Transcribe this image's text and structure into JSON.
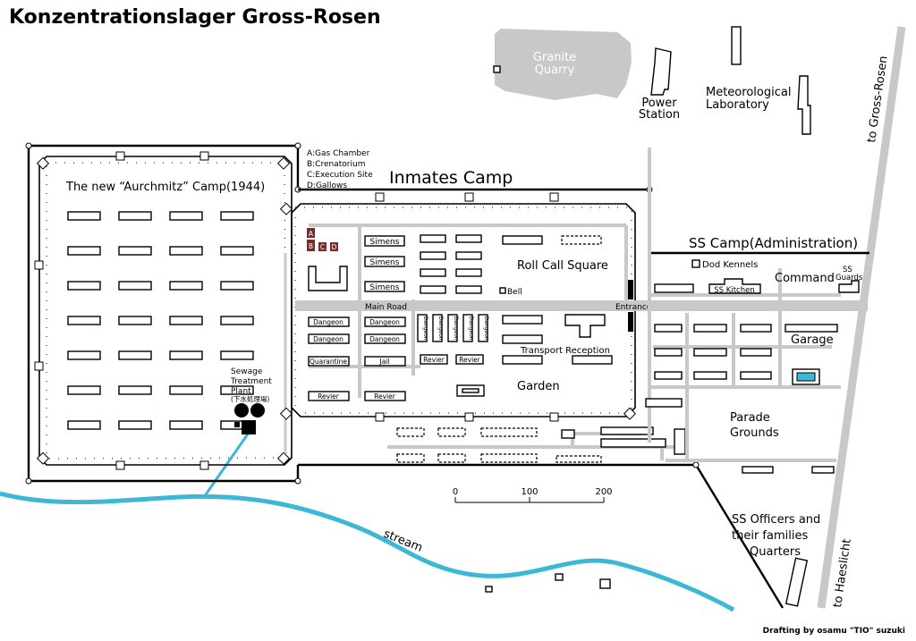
{
  "title": "Konzentrationslager Gross-Rosen",
  "labels": {
    "granite_quarry_1": "Granite",
    "granite_quarry_2": "Quarry",
    "power_1": "Power",
    "power_2": "Station",
    "meteo_1": "Meteorological",
    "meteo_2": "Laboratory",
    "to_gross_rosen": "to Gross-Rosen",
    "to_haeslicht": "to Haeslicht",
    "inmates_camp": "Inmates Camp",
    "new_camp": "The new “Aurchmitz” Camp(1944)",
    "ss_camp": "SS Camp(Administration)",
    "dog_kennels": "Dod Kennels",
    "command": "Command",
    "ss_guards_1": "SS",
    "ss_guards_2": "Guards",
    "ss_kitchen": "SS Kitchen",
    "roll_call": "Roll Call Square",
    "bell": "Bell",
    "main_road": "Main Road",
    "entrance": "Entrance",
    "transport_reception": "Transport Reception",
    "garden": "Garden",
    "garage": "Garage",
    "parade_1": "Parade",
    "parade_2": "Grounds",
    "sewage_1": "Sewage",
    "sewage_2": "Treatment",
    "sewage_3": "Plant",
    "sewage_jp": "(下水処理場)",
    "quarters_1": "SS Officers and",
    "quarters_2": "their families",
    "quarters_3": "Quarters",
    "stream": "stream",
    "credit": "Drafting by osamu \"TIO\" suzuki",
    "quarantine": "Quarantine",
    "jail": "Jail"
  },
  "legend": {
    "items": [
      "A:Gas Chamber",
      "B:Crenatorium",
      "C:Execution Site",
      "D:Gallows"
    ],
    "markers": [
      "A",
      "B",
      "C",
      "D"
    ]
  },
  "buildings": {
    "simens": [
      "Simens",
      "Simens",
      "Simens"
    ],
    "dangeon_left": [
      "Dangeon",
      "Dangeon"
    ],
    "dangeon_mid": [
      "Dangeon",
      "Dangeon"
    ],
    "dangeon_vert": [
      "Dangeon",
      "Dangeon",
      "Dangeon",
      "Dangeon",
      "Dangeon"
    ],
    "revier": [
      "Revier",
      "Revier",
      "Revier",
      "Revier"
    ]
  },
  "scale": {
    "ticks": [
      "0",
      "100",
      "200"
    ]
  },
  "colors": {
    "quarry": "#c8c8c8",
    "road": "#c8c8c8",
    "stream": "#3cb8d6",
    "marker": "#7a2a2a",
    "pool": "#3cb8d6"
  }
}
